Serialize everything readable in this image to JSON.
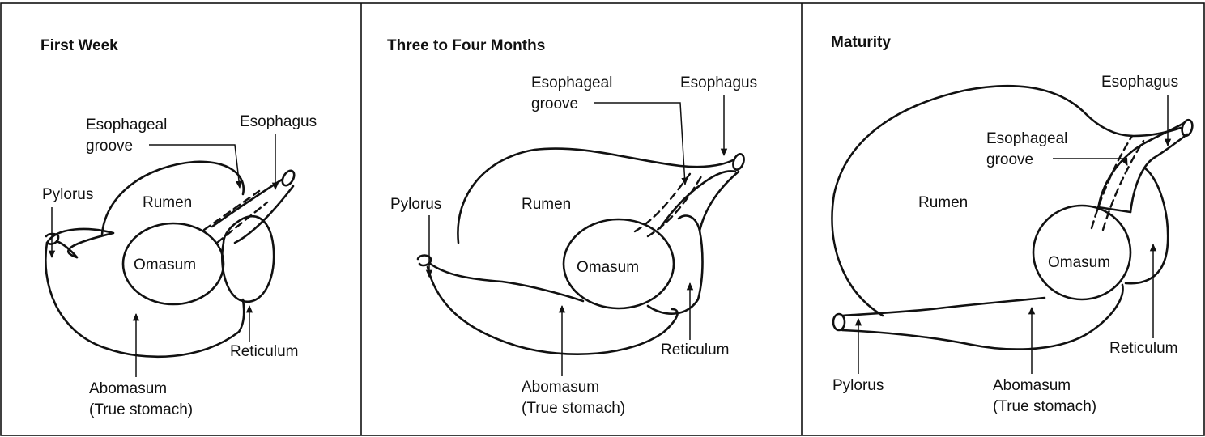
{
  "panels": [
    {
      "title": "First Week",
      "labels": {
        "esophageal_1": "Esophageal",
        "esophageal_2": "groove",
        "esophagus": "Esophagus",
        "pylorus": "Pylorus",
        "rumen": "Rumen",
        "omasum": "Omasum",
        "reticulum": "Reticulum",
        "abomasum_1": "Abomasum",
        "abomasum_2": "(True stomach)"
      }
    },
    {
      "title": "Three to Four Months",
      "labels": {
        "esophageal_1": "Esophageal",
        "esophageal_2": "groove",
        "esophagus": "Esophagus",
        "pylorus": "Pylorus",
        "rumen": "Rumen",
        "omasum": "Omasum",
        "reticulum": "Reticulum",
        "abomasum_1": "Abomasum",
        "abomasum_2": "(True stomach)"
      }
    },
    {
      "title": "Maturity",
      "labels": {
        "esophageal_1": "Esophageal",
        "esophageal_2": "groove",
        "esophagus": "Esophagus",
        "pylorus": "Pylorus",
        "rumen": "Rumen",
        "omasum": "Omasum",
        "reticulum": "Reticulum",
        "abomasum_1": "Abomasum",
        "abomasum_2": "(True stomach)"
      }
    }
  ]
}
